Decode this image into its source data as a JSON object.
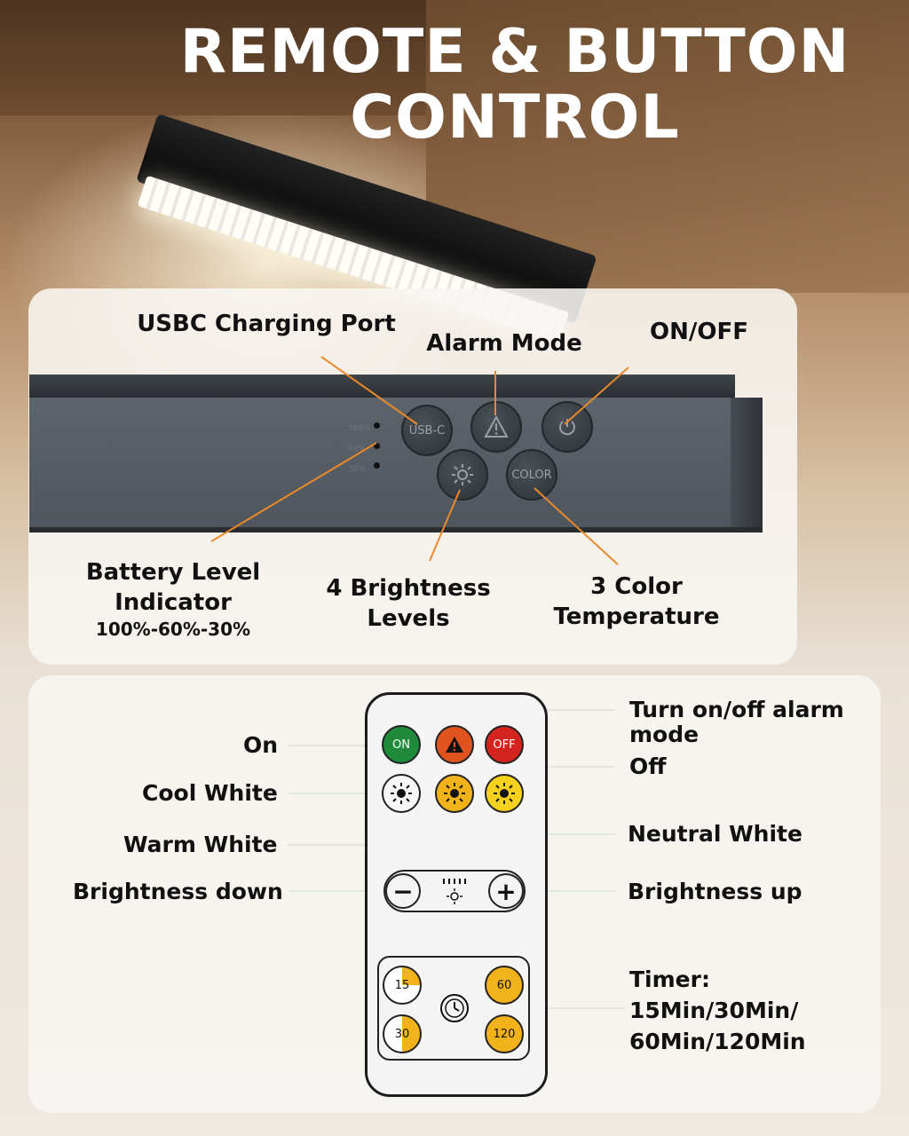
{
  "title": "REMOTE & BUTTON CONTROL",
  "title_lines": [
    "REMOTE & BUTTON",
    "CONTROL"
  ],
  "colors": {
    "callout_orange": "#e8892b",
    "callout_green": "#3e8a2a",
    "on_green": "#1f8a3a",
    "alarm_orange": "#e0531f",
    "off_red": "#d4231f",
    "warm_yellow": "#f2b21a"
  },
  "light_bar": {
    "button_labels": {
      "usbc": "USB-C",
      "color": "COLOR"
    },
    "battery_marks": [
      "100%",
      "60%",
      "30%"
    ],
    "callouts": {
      "usbc": "USBC Charging Port",
      "alarm": "Alarm Mode",
      "onoff": "ON/OFF",
      "battery": "Battery Level Indicator",
      "battery_sub": "100%-60%-30%",
      "brightness": "4 Brightness Levels",
      "color_temp": "3 Color Temperature"
    },
    "icons": [
      "usb-c-port-icon",
      "warning-triangle-icon",
      "power-icon",
      "sun-icon"
    ]
  },
  "remote": {
    "buttons": {
      "on": "ON",
      "off": "OFF",
      "minus": "−",
      "plus": "+"
    },
    "timers": [
      "15",
      "30",
      "60",
      "120"
    ],
    "callouts": {
      "on": "On",
      "alarm": "Turn on/off alarm mode",
      "off": "Off",
      "cool": "Cool White",
      "warm": "Warm White",
      "neutral": "Neutral White",
      "down": "Brightness down",
      "up": "Brightness up",
      "timer_title": "Timer:",
      "timer_a": "15Min/30Min/",
      "timer_b": "60Min/120Min"
    },
    "icons": [
      "warning-triangle-icon",
      "sun-icon",
      "clock-icon",
      "brightness-scale-icon"
    ]
  }
}
